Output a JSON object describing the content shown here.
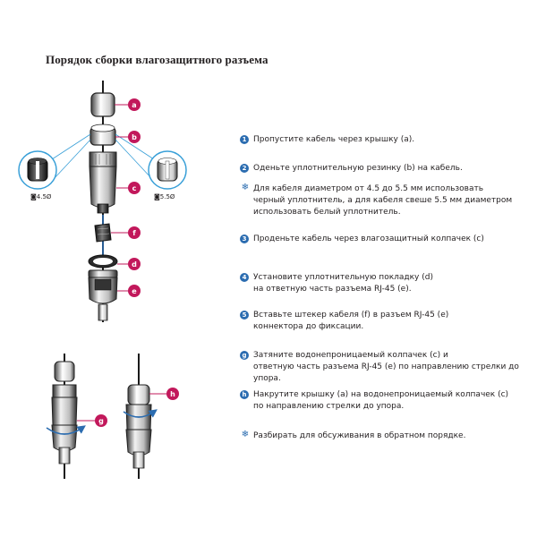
{
  "title": "Порядок сборки влагозащитного разъема",
  "part_labels": {
    "a": "a",
    "b": "b",
    "c": "c",
    "d": "d",
    "e": "e",
    "f": "f",
    "g": "g",
    "h": "h"
  },
  "size_labels": {
    "small": "4.5Ø",
    "large": "5.5Ø"
  },
  "steps": [
    {
      "num": "1",
      "text": "Пропустите кабель через крышку (a)."
    },
    {
      "num": "2",
      "text": "Оденьте уплотнительную резинку (b) на кабель."
    },
    {
      "num": "",
      "icon": "snowflake-note-icon",
      "text": "Для кабеля диаметром от 4.5 до 5.5 мм использовать\nчерный уплотнитель, а для кабеля свеше 5.5 мм диаметром\nиспользовать белый уплотнитель."
    },
    {
      "num": "3",
      "text": "Проденьте кабель через влагозащитный колпачек (c)"
    },
    {
      "num": "4",
      "text": "Установите уплотнительную покладку (d)\nна ответную часть разъема RJ-45 (e)."
    },
    {
      "num": "5",
      "text": "Вставьте штекер кабеля (f) в разъем RJ-45 (e)\nконнектора до фиксации."
    },
    {
      "num": "g",
      "text": "Затяните водонепроницаемый колпачек (c) и\nответную часть разъема RJ-45 (e) по направлению стрелки до упора."
    },
    {
      "num": "h",
      "text": "Накрутите крышку (a) на водонепроницаемый колпачек (c)\nпо направлению стрелки до упора."
    },
    {
      "num": "",
      "icon": "snowflake-note-icon",
      "text": "Разбирать для обсуживания в обратном порядке."
    }
  ],
  "colors": {
    "badge": "#c2185b",
    "accent": "#2b6cb0",
    "ring": "#3aa0d8"
  }
}
